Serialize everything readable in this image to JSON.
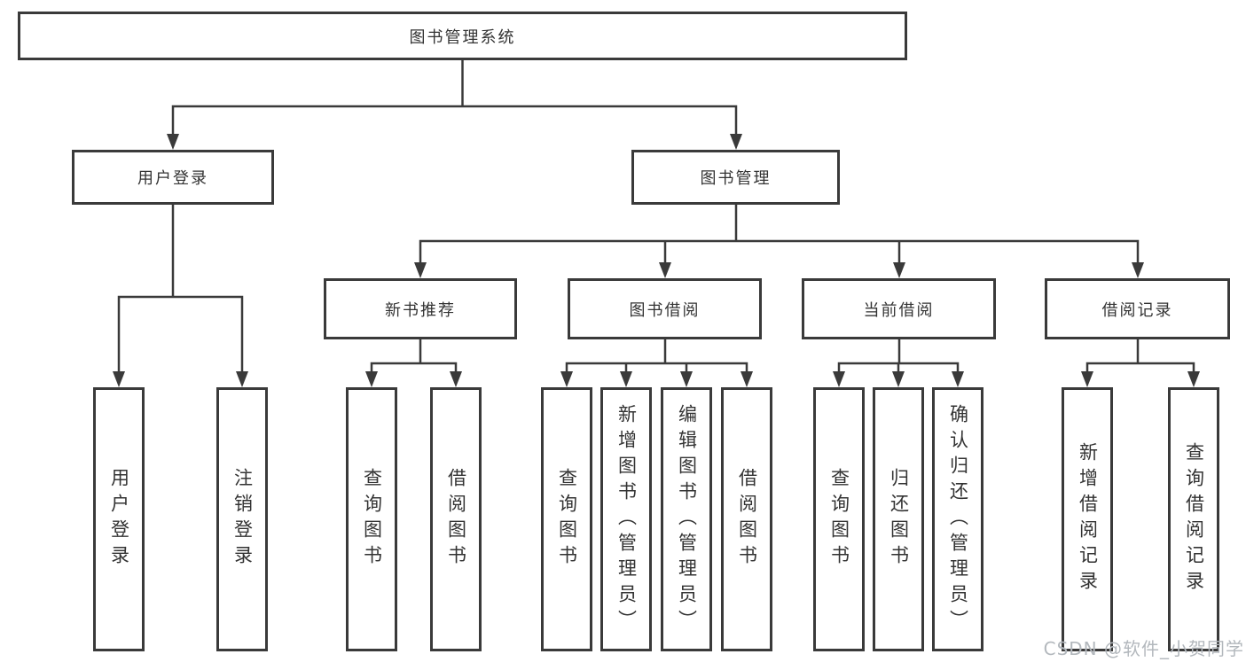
{
  "diagram": {
    "title": "图书管理系统",
    "nodes": {
      "root": "图书管理系统",
      "level2": [
        "用户登录",
        "图书管理"
      ],
      "level3": [
        "新书推荐",
        "图书借阅",
        "当前借阅",
        "借阅记录"
      ],
      "login_children": [
        "用户登录",
        "注销登录"
      ],
      "newbook_children": [
        "查询图书",
        "借阅图书"
      ],
      "borrow_children": [
        "查询图书",
        "新增图书（管理员）",
        "编辑图书（管理员）",
        "借阅图书"
      ],
      "current_children": [
        "查询图书",
        "归还图书",
        "确认归还（管理员）"
      ],
      "records_children": [
        "新增借阅记录",
        "查询借阅记录"
      ]
    },
    "colors": {
      "line": "#3a3a3a",
      "text": "#333333",
      "background": "#ffffff",
      "watermark": "#b3b8bd"
    },
    "watermark": "CSDN @软件_小贺同学"
  }
}
